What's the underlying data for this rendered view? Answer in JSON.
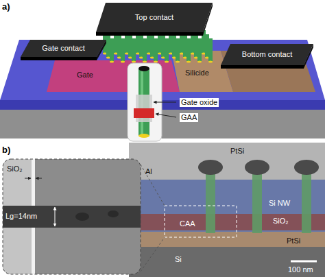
{
  "diagram": {
    "nodes": [
      {
        "text": [
          "Top contact"
        ]
      },
      {
        "text": [
          "Gate contact"
        ]
      },
      {
        "text": [
          "Bottom contact"
        ]
      }
    ],
    "labels": [
      "a)",
      "Gate",
      "Silicide",
      "Gate oxide",
      "GAA",
      "b)",
      "SiO₂",
      "Lg=14nm",
      "Al",
      "PtSi",
      "Si NW",
      "SiO₂",
      "CAA",
      "PtSi",
      "Si",
      "100 nm"
    ]
  }
}
